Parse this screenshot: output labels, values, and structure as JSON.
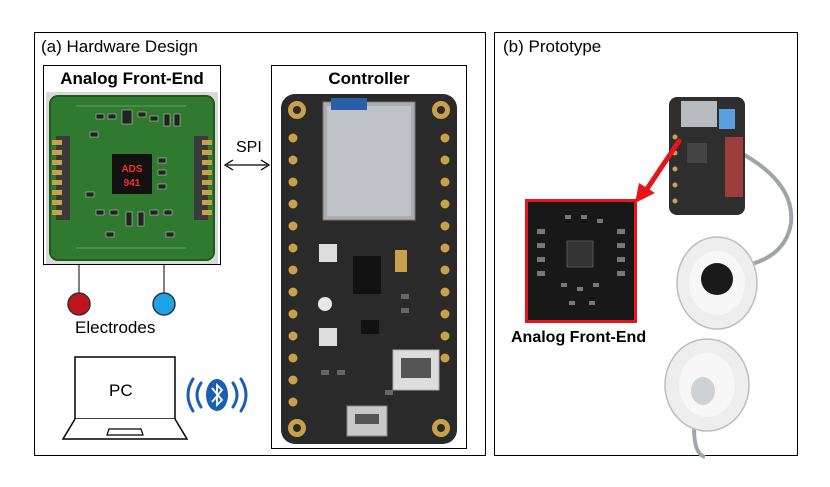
{
  "panel_a": {
    "title": "(a) Hardware Design",
    "afe_title": "Analog Front-End",
    "chip_label_line1": "ADS",
    "chip_label_line2": "941",
    "controller_title": "Controller",
    "spi_label": "SPI",
    "electrodes_label": "Electrodes",
    "pc_label": "PC",
    "electrode_colors": [
      "#c0141c",
      "#1fa3e6"
    ],
    "icons": [
      "bluetooth-icon",
      "laptop-icon"
    ]
  },
  "panel_b": {
    "title": "(b) Prototype",
    "afe_label": "Analog Front-End",
    "highlight_color": "#e8141c"
  },
  "colors": {
    "pcb_green": "#2f7a2f",
    "controller_pcb": "#2a2a2a",
    "bluetooth_blue": "#1a5fb0"
  }
}
